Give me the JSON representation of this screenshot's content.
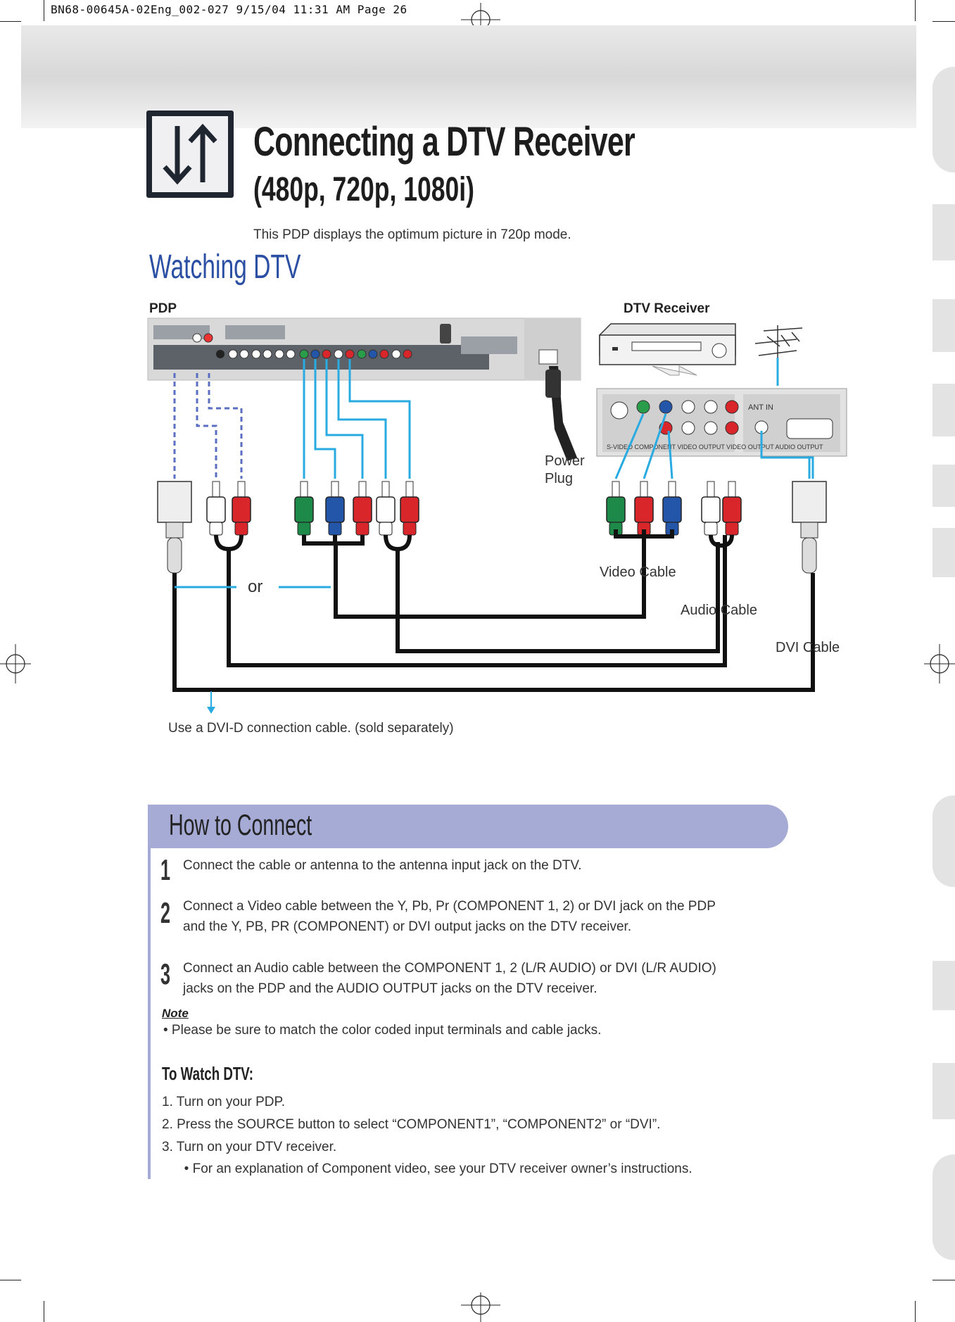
{
  "print_header": "BN68-00645A-02Eng_002-027   9/15/04   11:31 AM   Page 26",
  "title": "Connecting a DTV Receiver",
  "subtitle": "(480p, 720p, 1080i)",
  "intro": "This PDP displays the optimum picture in 720p mode.",
  "section_title": "Watching DTV",
  "diagram": {
    "pdp_label": "PDP",
    "dtv_label": "DTV Receiver",
    "power_plug": [
      "Power",
      "Plug"
    ],
    "or_label": "or",
    "video_cable": "Video Cable",
    "audio_cable": "Audio Cable",
    "dvi_cable": "DVI Cable",
    "dvi_note": "Use a DVI-D connection cable. (sold separately)",
    "ant_in": "ANT IN",
    "panel_labels": "S-VIDEO   COMPONENT VIDEO OUTPUT  VIDEO OUTPUT   AUDIO OUTPUT"
  },
  "how_to": {
    "title": "How to Connect",
    "steps": [
      {
        "num": "1",
        "text": "Connect the cable or antenna to the antenna input jack on the DTV."
      },
      {
        "num": "2",
        "line1": "Connect a Video cable between the Y, Pb, Pr (COMPONENT 1, 2) or DVI jack on the PDP",
        "line2": "and the Y, PB, PR (COMPONENT) or DVI output jacks on the DTV receiver."
      },
      {
        "num": "3",
        "line1": "Connect an Audio cable between the COMPONENT 1, 2 (L/R AUDIO) or DVI (L/R AUDIO)",
        "line2": "jacks on the  PDP and the AUDIO OUTPUT jacks on the DTV receiver."
      }
    ],
    "note_label": "Note",
    "note": "•  Please be sure to match the color coded input terminals and cable jacks."
  },
  "watch": {
    "heading": "To Watch DTV:",
    "items": [
      "1.   Turn on your PDP.",
      "2.   Press the SOURCE button to select “COMPONENT1”, “COMPONENT2” or “DVI”.",
      "3.   Turn on your DTV receiver.",
      "      • For an explanation of Component video, see your DTV receiver owner’s instructions."
    ]
  },
  "colors": {
    "accent_blue": "#2b4fa3",
    "bar_lavender": "#a5abd4",
    "cable_light_blue": "#29abe2",
    "jack_green": "#1d8a4a",
    "jack_blue": "#2356a8",
    "jack_red": "#d8262b"
  }
}
